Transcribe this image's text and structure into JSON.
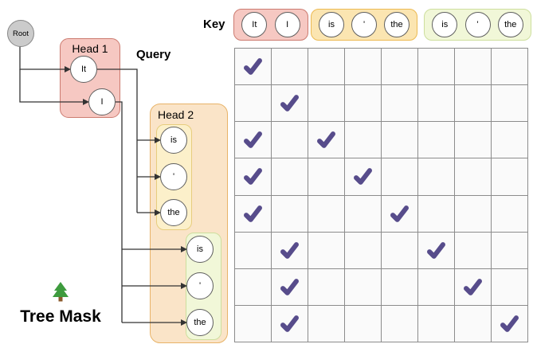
{
  "palette": {
    "pink_fill": "#F6C8C2",
    "pink_stroke": "#CC7B70",
    "orange_fill": "#FAE4C8",
    "orange_stroke": "#E8B368",
    "yellow_fill": "#FCF0CA",
    "yellow_stroke": "#E7CD7E",
    "key_yellow_fill": "#FBE5B1",
    "key_yellow_stroke": "#ECBA52",
    "green_fill": "#F1F7D8",
    "green_stroke": "#CDDE9D",
    "node_fill": "#FFFFFF",
    "node_stroke": "#5F5F5F",
    "root_fill": "#CBCBCB",
    "root_stroke": "#878787",
    "line_color": "#333333",
    "grid_line": "#8C8C8C",
    "cell_fill": "#FAFAFA",
    "check_color": "#574C8B",
    "tree_green": "#3E9B3E",
    "tree_trunk": "#8B5A2B"
  },
  "labels": {
    "root": "Root",
    "head1": "Head 1",
    "head2": "Head 2",
    "query": "Query",
    "key": "Key",
    "tree_mask": "Tree Mask"
  },
  "key_groups": [
    {
      "name": "head1-tokens",
      "tokens": [
        "It",
        "I"
      ]
    },
    {
      "name": "head2-branch1-tokens",
      "tokens": [
        "is",
        "'",
        "the"
      ]
    },
    {
      "name": "head2-branch2-tokens",
      "tokens": [
        "is",
        "'",
        "the"
      ]
    }
  ],
  "query_nodes": {
    "head1": [
      "It",
      "I"
    ],
    "branch1": [
      "is",
      "'",
      "the"
    ],
    "branch2": [
      "is",
      "'",
      "the"
    ]
  },
  "mask": {
    "row_tokens": [
      "It",
      "I",
      "is",
      "'",
      "the",
      "is",
      "'",
      "the"
    ],
    "col_tokens": [
      "It",
      "I",
      "is",
      "'",
      "the",
      "is",
      "'",
      "the"
    ],
    "check_glyph": "✔",
    "cells": [
      [
        1,
        0,
        0,
        0,
        0,
        0,
        0,
        0
      ],
      [
        0,
        1,
        0,
        0,
        0,
        0,
        0,
        0
      ],
      [
        1,
        0,
        1,
        0,
        0,
        0,
        0,
        0
      ],
      [
        1,
        0,
        0,
        1,
        0,
        0,
        0,
        0
      ],
      [
        1,
        0,
        0,
        0,
        1,
        0,
        0,
        0
      ],
      [
        0,
        1,
        0,
        0,
        0,
        1,
        0,
        0
      ],
      [
        0,
        1,
        0,
        0,
        0,
        0,
        1,
        0
      ],
      [
        0,
        1,
        0,
        0,
        0,
        0,
        0,
        1
      ]
    ]
  }
}
